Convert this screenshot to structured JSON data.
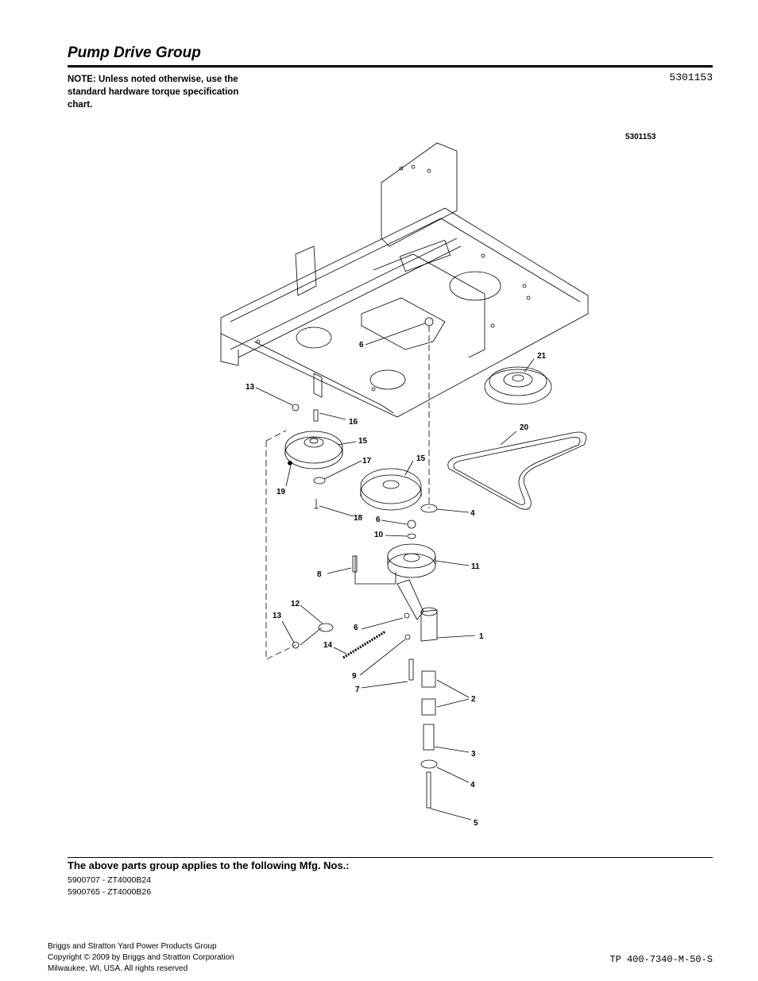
{
  "page": {
    "title": "Pump Drive Group",
    "note": "NOTE: Unless noted otherwise, use the standard hardware torque specification chart.",
    "part_number_top": "5301153",
    "diagram_ref": "5301153"
  },
  "callouts": [
    "1",
    "2",
    "3",
    "4",
    "4",
    "5",
    "6",
    "6",
    "6",
    "7",
    "8",
    "9",
    "10",
    "11",
    "12",
    "13",
    "13",
    "14",
    "15",
    "15",
    "16",
    "17",
    "18",
    "19",
    "20",
    "21"
  ],
  "applies": {
    "heading": "The above parts group applies to the following Mfg. Nos.:",
    "models": [
      "5900707 - ZT4000B24",
      "5900765 - ZT4000B26"
    ]
  },
  "footer": {
    "company": "Briggs and Stratton Yard Power Products Group",
    "copyright": "Copyright ©  2009 by Briggs and Stratton Corporation",
    "location": "Milwaukee, WI, USA. All rights reserved",
    "doc_code": "TP 400-7340-M-50-S"
  }
}
